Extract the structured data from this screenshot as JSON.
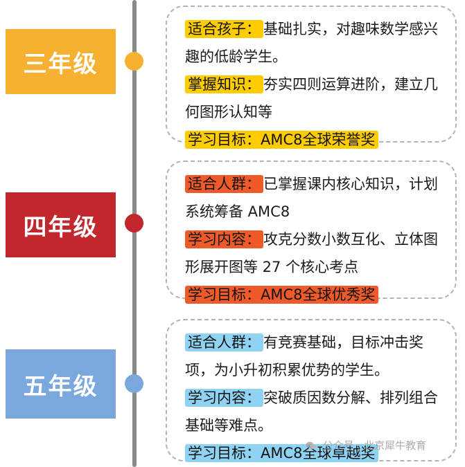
{
  "colors": {
    "grade3": "#f6b032",
    "grade4": "#c2272d",
    "grade5": "#7aa7dd",
    "line": "#8a8a8a"
  },
  "stages": [
    {
      "grade": "三年级",
      "rows": [
        {
          "label": "适合孩子：",
          "text": "基础扎实，对趣味数学感兴趣的低龄学生。"
        },
        {
          "label": "掌握知识：",
          "text": "夯实四则运算进阶，建立几何图形认知等"
        },
        {
          "label": "学习目标：AMC8全球荣誉奖",
          "text": ""
        }
      ]
    },
    {
      "grade": "四年级",
      "rows": [
        {
          "label": "适合人群：",
          "text": "已掌握课内核心知识，计划系统筹备 AMC8"
        },
        {
          "label": "学习内容：",
          "text": "攻克分数小数互化、立体图形展开图等 27 个核心考点"
        },
        {
          "label": "学习目标：AMC8全球优秀奖",
          "text": ""
        }
      ]
    },
    {
      "grade": "五年级",
      "rows": [
        {
          "label": "适合人群：",
          "text": "有竞赛基础，目标冲击奖项，为小升初积累优势的学生。"
        },
        {
          "label": "学习内容：",
          "text": "突破质因数分解、排列组合基础等难点。"
        },
        {
          "label": "学习目标：AMC8全球卓越奖",
          "text": ""
        }
      ]
    }
  ],
  "watermark": "公众号 · 北京犀牛教育"
}
